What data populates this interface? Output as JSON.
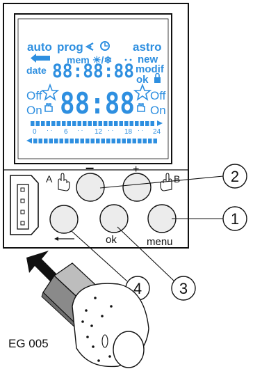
{
  "lcd": {
    "auto": "auto",
    "prog": "prog",
    "astro": "astro",
    "mem": "mem",
    "new": "new",
    "modif": "modif",
    "ok": "ok",
    "date": "date",
    "date_digits": "88:88:88",
    "time_digits": "88:88",
    "off_left": "Off",
    "on_left": "On",
    "off_right": "Off",
    "on_right": "On",
    "scale": [
      "0",
      "6",
      "12",
      "18",
      "24"
    ]
  },
  "buttons": {
    "minus": "–",
    "plus": "+",
    "ok": "ok",
    "menu": "menu",
    "a": "A",
    "b": "B"
  },
  "callouts": [
    "1",
    "2",
    "3",
    "4"
  ],
  "model": "EG 005",
  "colors": {
    "lcd_text": "#2e8fe0",
    "lcd_bg": "#ffffff",
    "frame": "#111111"
  }
}
